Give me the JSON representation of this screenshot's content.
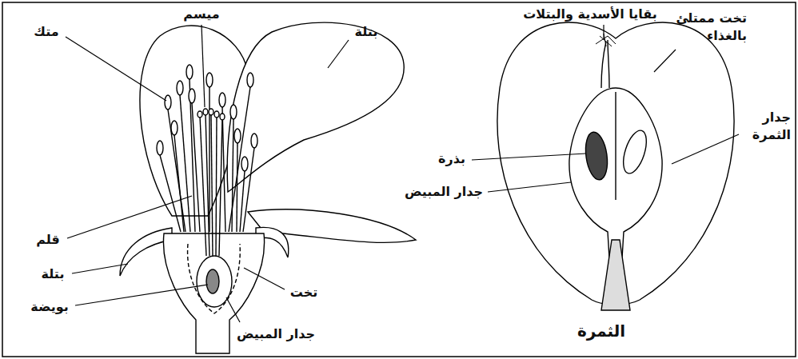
{
  "diagram": {
    "labels": [
      "متك",
      "ميسم",
      "بتلة",
      "قلم",
      "بتلة",
      "تخت",
      "بويضة",
      "جدار المبيض",
      "بقايا الأسدية والبتلات",
      "تخت ممتلئ بالغذاء",
      "جدار الثمرة",
      "بذرة",
      "جدار المبيض",
      "الثمرة"
    ]
  }
}
